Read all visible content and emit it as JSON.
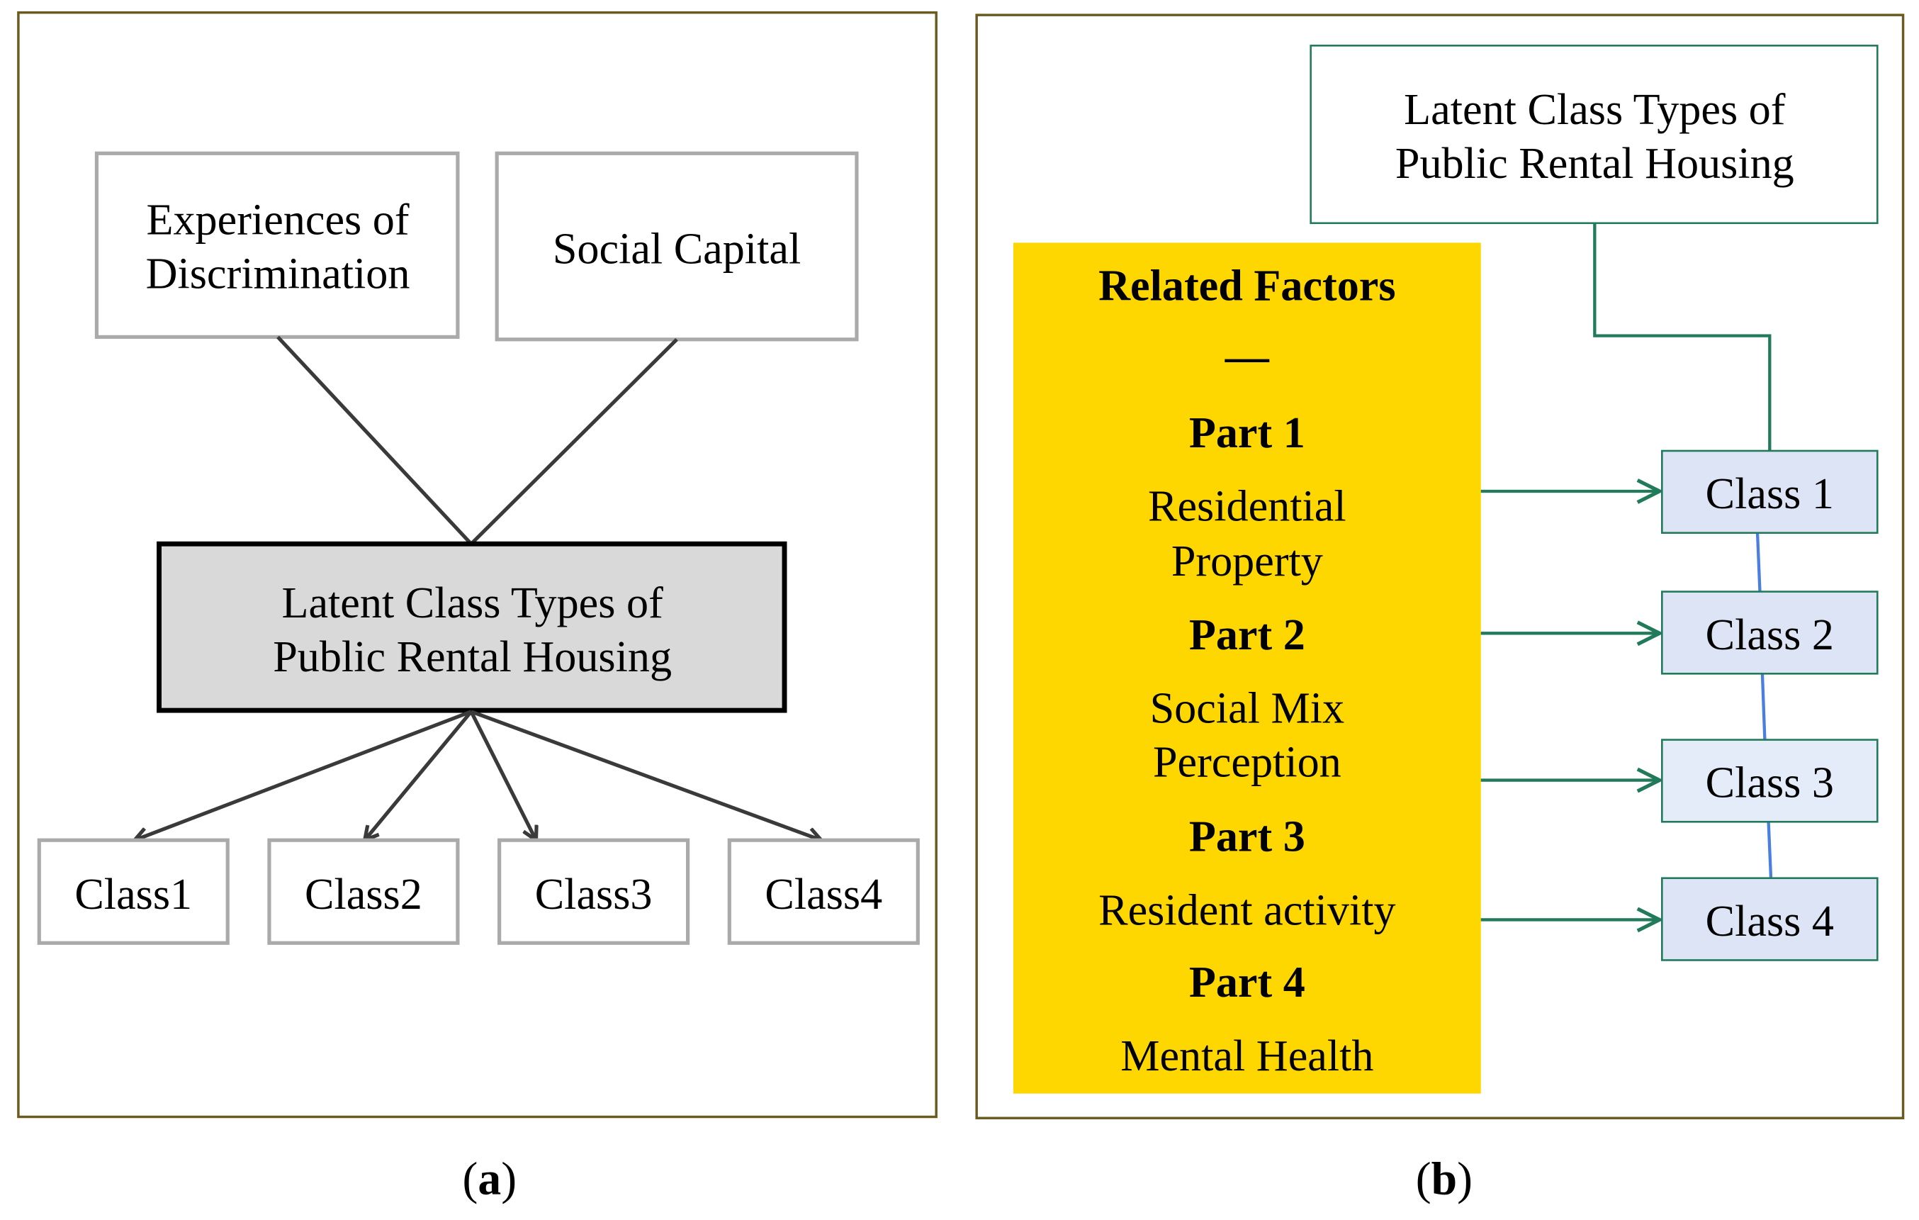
{
  "panel_a": {
    "label": "a",
    "inputs": [
      {
        "lines": [
          "Experiences of",
          "Discrimination"
        ]
      },
      {
        "lines": [
          "Social Capital"
        ]
      }
    ],
    "center": {
      "lines": [
        "Latent Class Types of",
        "Public Rental Housing"
      ]
    },
    "classes": [
      "Class1",
      "Class2",
      "Class3",
      "Class4"
    ]
  },
  "panel_b": {
    "label": "b",
    "top": {
      "lines": [
        "Latent Class Types of",
        "Public Rental Housing"
      ]
    },
    "factors": {
      "title": "Related Factors",
      "dash": "—",
      "parts": [
        {
          "name": "Part 1",
          "lines": [
            "Residential",
            "Property"
          ]
        },
        {
          "name": "Part 2",
          "lines": [
            "Social Mix",
            "Perception"
          ]
        },
        {
          "name": "Part 3",
          "lines": [
            "Resident activity"
          ]
        },
        {
          "name": "Part 4",
          "lines": [
            "Mental Health"
          ]
        }
      ]
    },
    "classes": [
      "Class 1",
      "Class 2",
      "Class 3",
      "Class 4"
    ]
  },
  "colors": {
    "panel_border": "#6b5a1e",
    "grey_box": "#aaaaaa",
    "center_fill": "#d9d9d9",
    "green": "#217a5a",
    "yellow": "#ffd700",
    "class_fill": "#dde4f5",
    "blue_link": "#4a7fe0"
  }
}
